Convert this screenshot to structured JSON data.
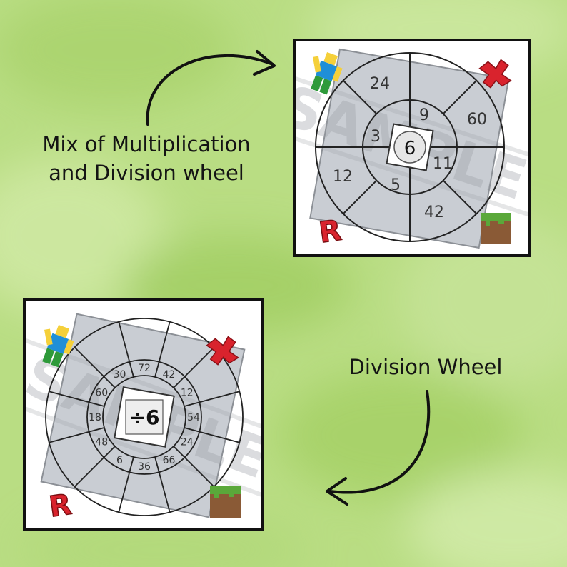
{
  "captions": {
    "mix_line1": "Mix of Multiplication",
    "mix_line2": "and Division wheel",
    "division": "Division Wheel"
  },
  "watermark": "SAMPLE",
  "mix_wheel": {
    "center": "6",
    "inner": [
      "9",
      "11",
      "5",
      "3"
    ],
    "outer": [
      "60",
      "42",
      "12",
      "24"
    ]
  },
  "division_wheel": {
    "center": "÷6",
    "numbers": [
      "72",
      "42",
      "12",
      "54",
      "24",
      "66",
      "36",
      "6",
      "48",
      "18",
      "60",
      "30"
    ]
  },
  "colors": {
    "background": "#b9dd83",
    "card_border": "#111111",
    "wheel_square": "#c9cdd3",
    "logo_red": "#d9232d",
    "grass": "#5aa83a",
    "dirt": "#8a5a36"
  },
  "icons": [
    "noob-figure-icon",
    "red-x-logo-icon",
    "roblox-r-logo-icon",
    "grass-block-icon"
  ]
}
